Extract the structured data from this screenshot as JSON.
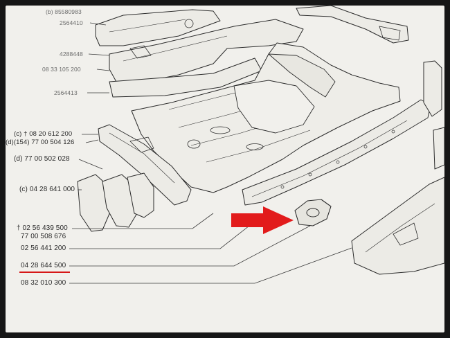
{
  "colors": {
    "paper": "#f1f0ec",
    "ink": "#2a2a2a",
    "highlight": "#e21b1b",
    "frame": "#161616"
  },
  "labels": {
    "top_b": "(b) 85580983",
    "top_1": "2564410",
    "top_2": "4288448",
    "top_3": "08 33 105 200",
    "top_4": "2564413",
    "c1": "(c) † 08 20 612 200",
    "d1": "(d)(154) 77 00 504 126",
    "d2": "(d) 77 00 502 028",
    "c2": "(c) 04 28 641 000",
    "p1": "† 02 56 439 500",
    "p2": "77 00 508 676",
    "p3": "02 56 441 200",
    "p4": "04 28 644 500",
    "p5": "08 32 010 300"
  },
  "highlight": {
    "arrow_icon": "red-arrow-icon",
    "underlined_part": "04 28 644 500"
  }
}
